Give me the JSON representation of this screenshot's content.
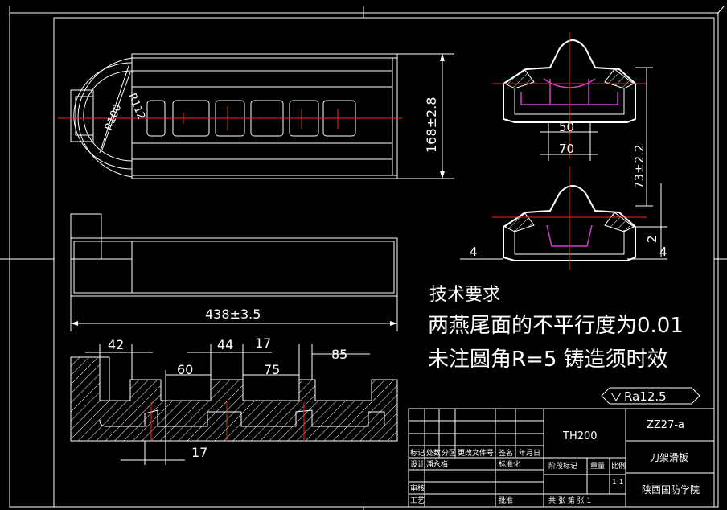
{
  "dimensions": {
    "r100": "R100",
    "r112": "R112",
    "width_168": "168±2.8",
    "length_438": "438±3.5",
    "dim_50": "50",
    "dim_70": "70",
    "height_73": "73±2.2",
    "dim_2": "2",
    "dim_4_left": "4",
    "dim_4_right": "4",
    "dim_42": "42",
    "dim_44": "44",
    "dim_17_top": "17",
    "dim_85": "85",
    "dim_60": "60",
    "dim_75": "75",
    "dim_17_bottom": "17"
  },
  "technical_requirements": {
    "title": "技术要求",
    "line1": "两燕尾面的不平行度为0.01",
    "line2": "未注圆角R=5 铸造须时效"
  },
  "roughness": "Ra12.5",
  "title_block": {
    "model": "TH200",
    "drawing_no": "ZZ27-a",
    "part_name": "刀架滑板",
    "school": "陕西国防学院",
    "hdr_mark": "标记",
    "hdr_count": "处数",
    "hdr_zone": "分区",
    "hdr_doc": "更改文件号",
    "hdr_sign": "签名",
    "hdr_date": "年月日",
    "design": "设计",
    "design_name": "潘永梅",
    "standard": "标准化",
    "stage": "阶段标记",
    "weight": "重量",
    "scale": "比例",
    "scale_val": "1:1",
    "review": "审核",
    "process": "工艺",
    "approve": "批准",
    "sheets": "共  张  第  张  1"
  }
}
